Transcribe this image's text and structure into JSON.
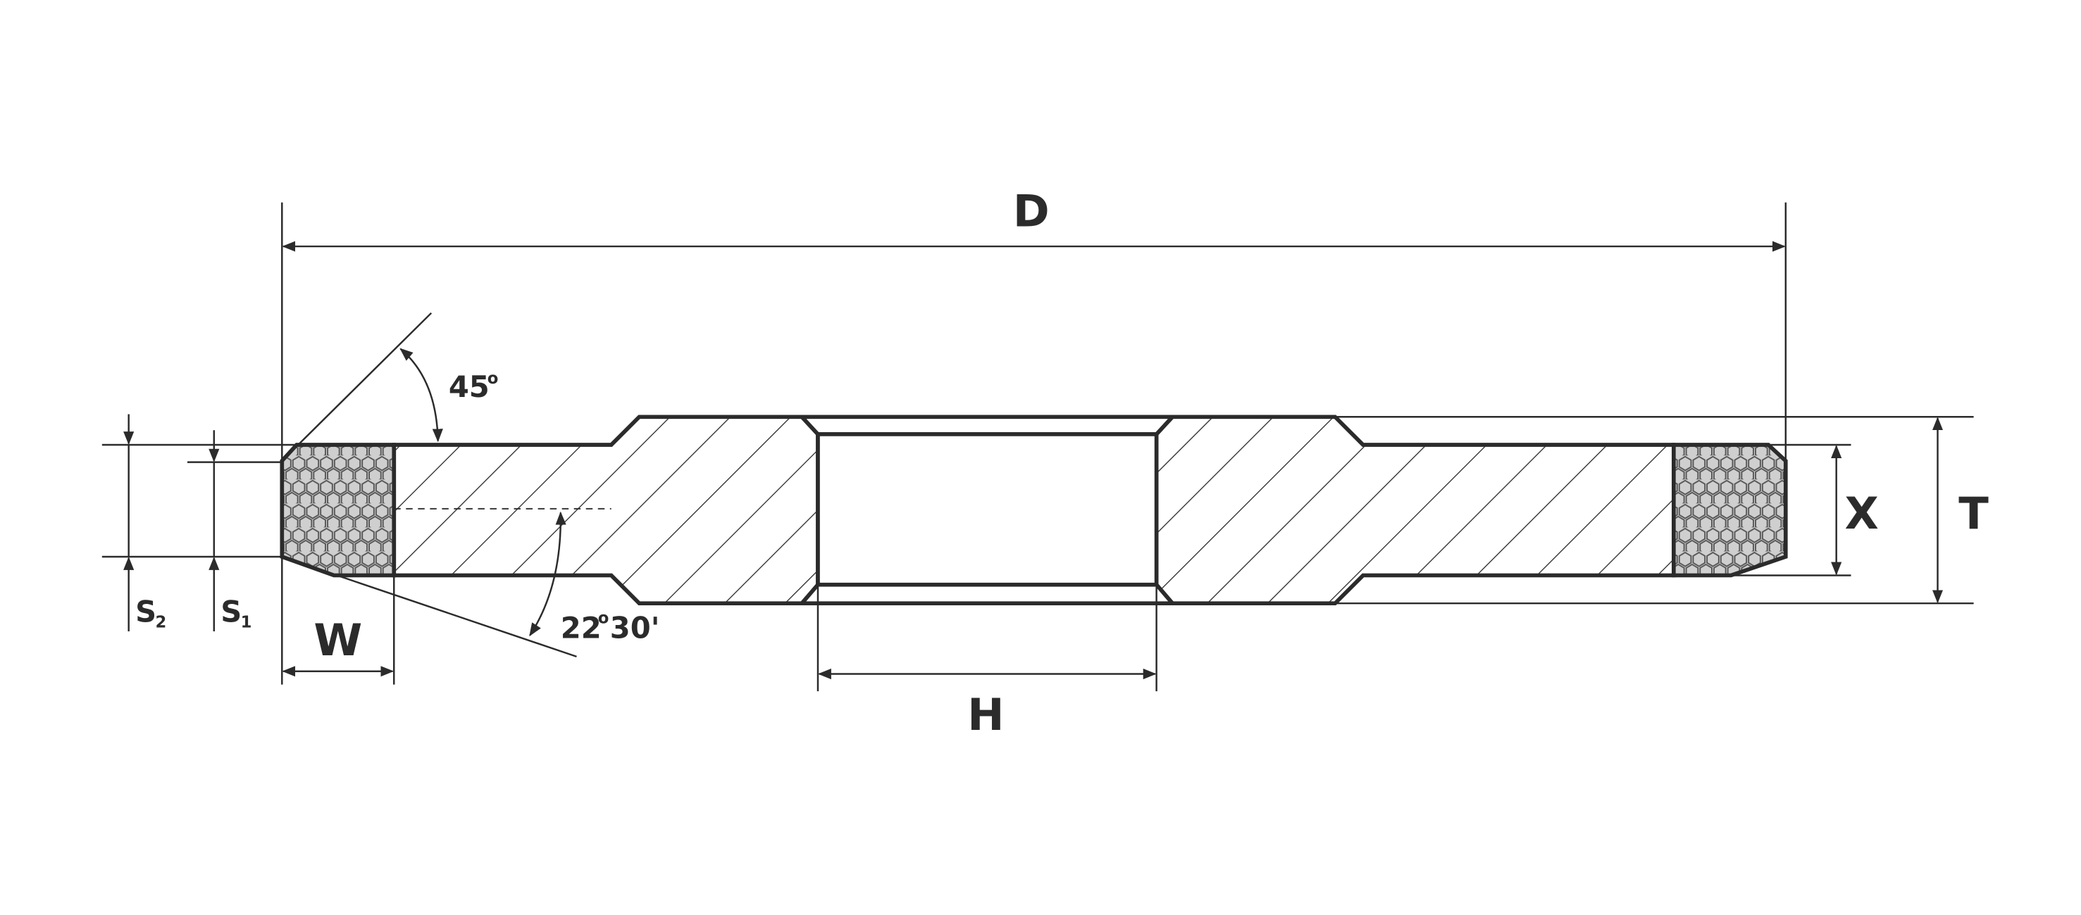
{
  "labels": {
    "D": "D",
    "T": "T",
    "X": "X",
    "H": "H",
    "W": "W",
    "angle_top": "45",
    "angle_top_deg": "o",
    "angle_bottom_a": "22",
    "angle_bottom_deg": "o",
    "angle_bottom_b": "30'",
    "s2": "S",
    "s2_sub": "2",
    "s1": "S",
    "s1_sub": "1"
  },
  "colors": {
    "line": "#2b2b2b",
    "hatch": "#2b2b2b",
    "abrasive_fill": "#c8c8c8",
    "abrasive_cell": "#8a8a8a"
  }
}
